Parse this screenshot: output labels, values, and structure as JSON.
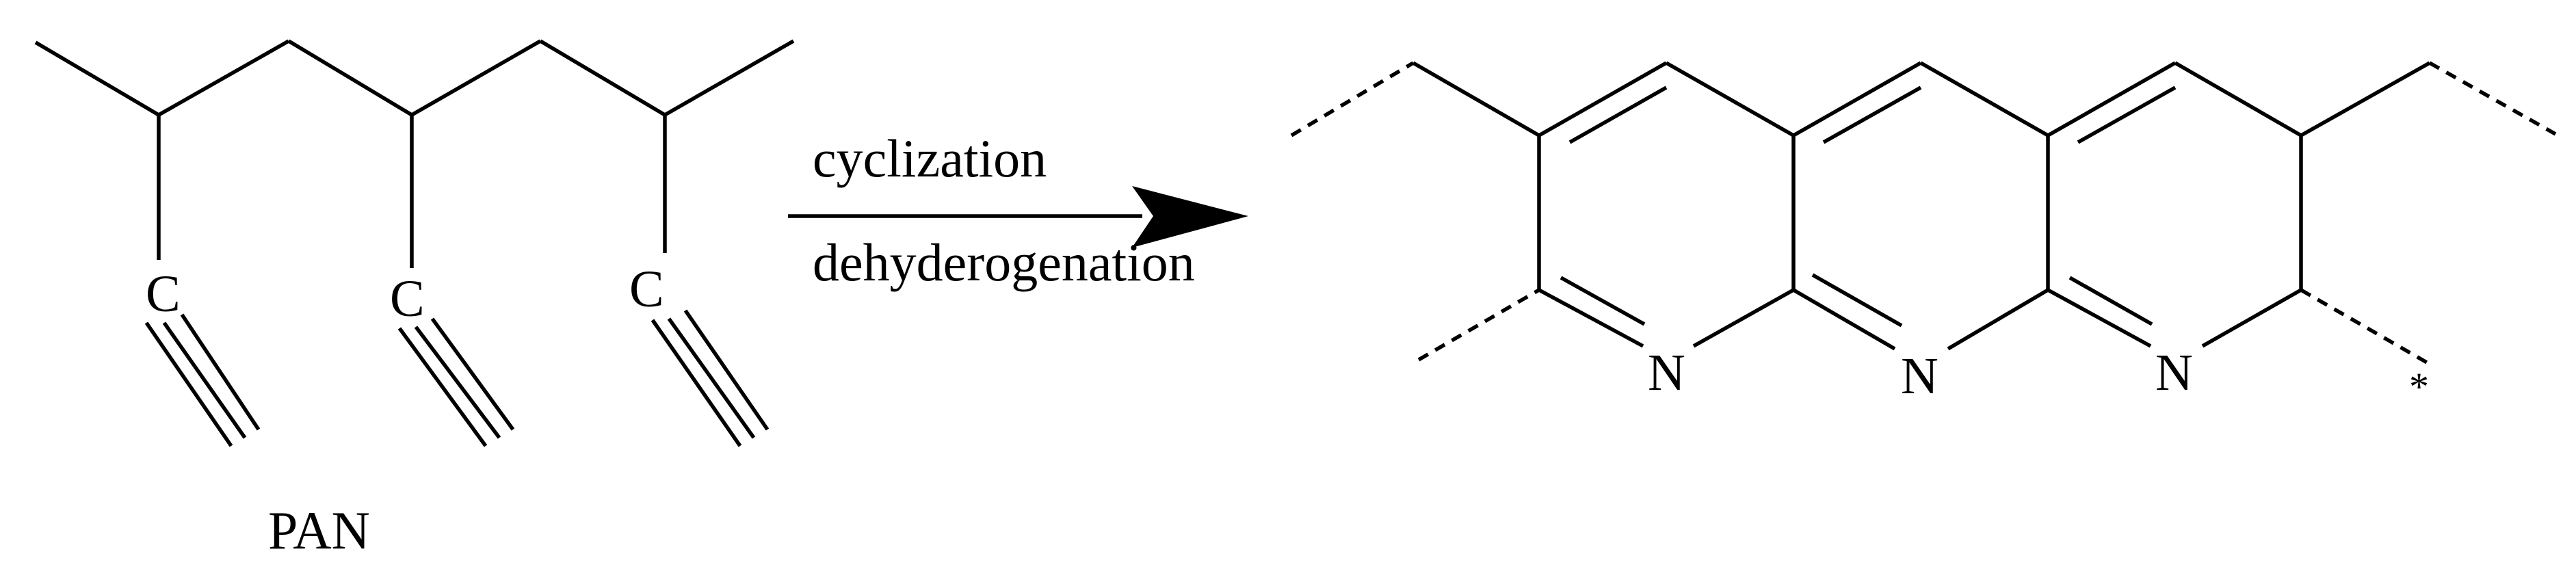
{
  "reactant": {
    "atom_labels": [
      "C",
      "C",
      "C"
    ],
    "name": "PAN"
  },
  "arrow": {
    "label_above": "cyclization",
    "label_below": "dehyderogenation"
  },
  "product": {
    "atom_labels": [
      "N",
      "N",
      "N"
    ],
    "end_mark": "*"
  }
}
